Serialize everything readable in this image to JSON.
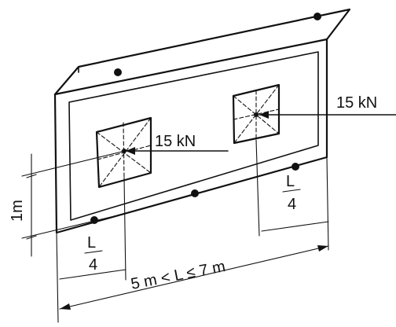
{
  "labels": {
    "load_left": "15 kN",
    "load_right": "15 kN",
    "height_dim": "1m",
    "quarter_left_num": "L",
    "quarter_left_den": "4",
    "quarter_right_num": "L",
    "quarter_right_den": "4",
    "span_dim": "5 m < L ≤ 7 m"
  }
}
